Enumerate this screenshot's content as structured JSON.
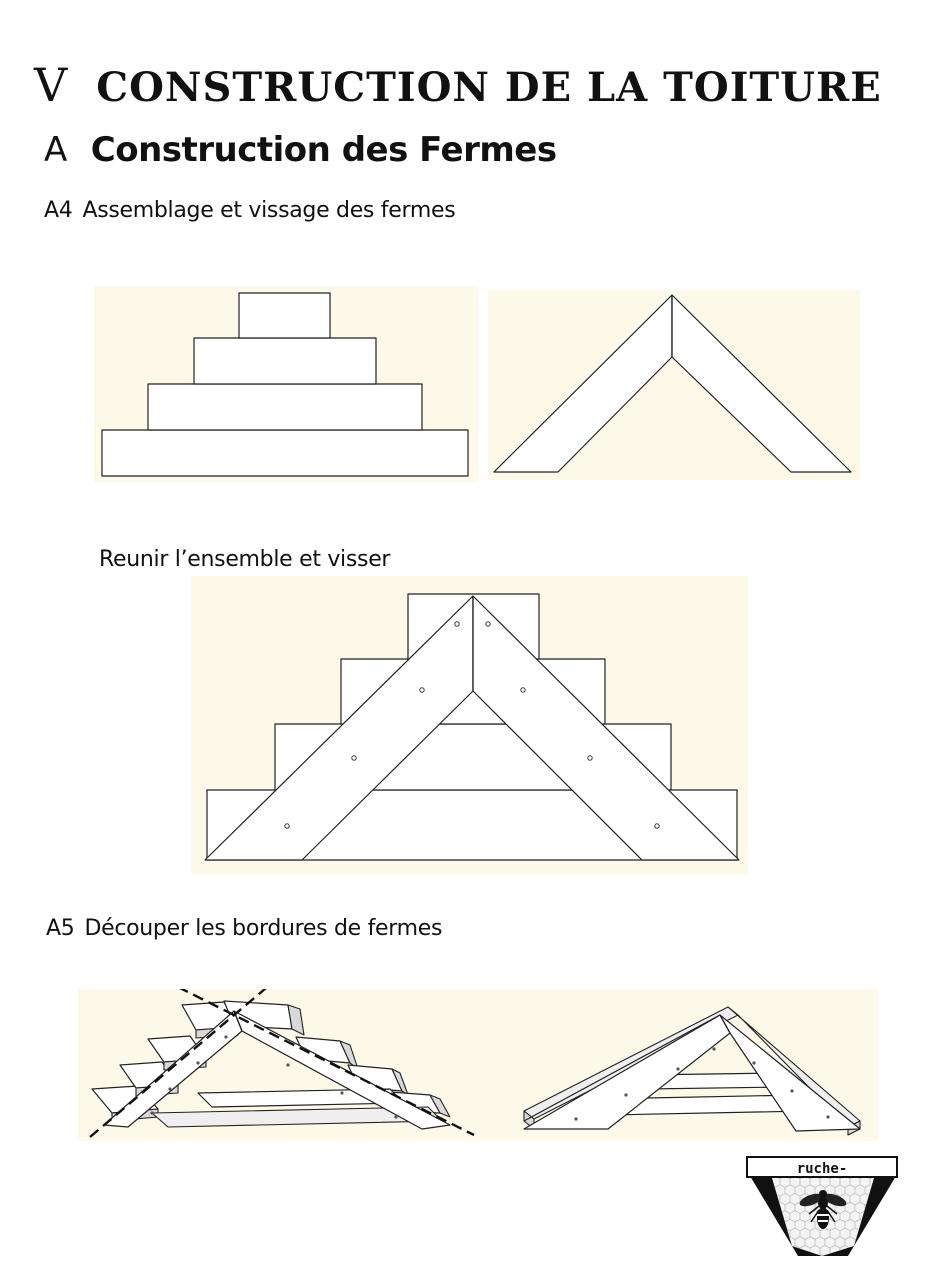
{
  "section": {
    "number": "V",
    "title": "CONSTRUCTION DE LA TOITURE"
  },
  "subsection": {
    "number": "A",
    "title": "Construction des Fermes"
  },
  "step_a4": {
    "number": "A4",
    "title": "Assemblage et vissage des fermes"
  },
  "caption_assemble": "Reunir l’ensemble et visser",
  "step_a5": {
    "number": "A5",
    "title": "Découper les bordures de fermes"
  },
  "logo": {
    "text": "ruche-naturelle.fr",
    "icon": "bee-icon"
  },
  "colors": {
    "panel_background": "#fdf9e8",
    "wood": "#ffffff",
    "outline": "#222222"
  }
}
